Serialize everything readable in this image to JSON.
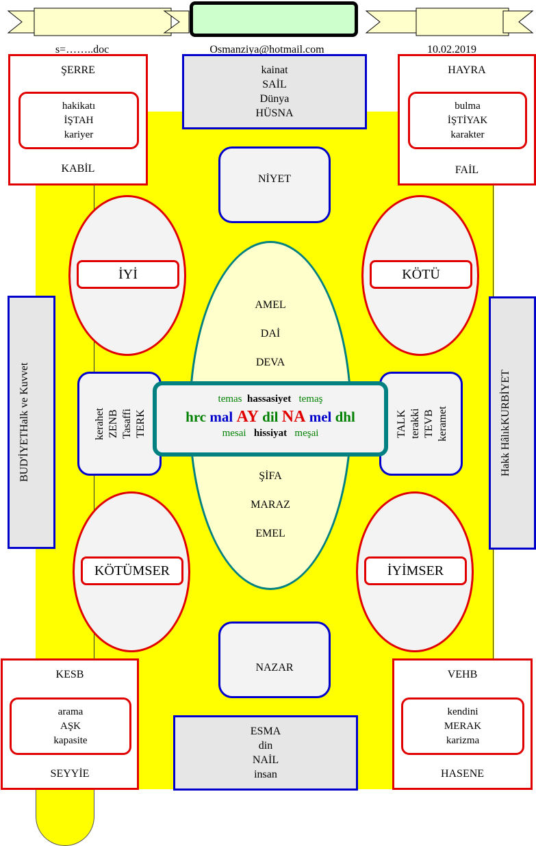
{
  "header": {
    "file_label": "s=……..doc",
    "email": "Osmanziya@hotmail.com",
    "date": "10.02.2019"
  },
  "corners": {
    "top_left": {
      "top": "ŞERRE",
      "inner": [
        "hakikatı",
        "İŞTAH",
        "kariyer"
      ],
      "bottom": "KABİL"
    },
    "top_right": {
      "top": "HAYRA",
      "inner": [
        "bulma",
        "İŞTİYAK",
        "karakter"
      ],
      "bottom": "FAİL"
    },
    "bottom_left": {
      "top": "KESB",
      "inner": [
        "arama",
        "AŞK",
        "kapasite"
      ],
      "bottom": "SEYYİE"
    },
    "bottom_right": {
      "top": "VEHB",
      "inner": [
        "kendini",
        "MERAK",
        "karizma"
      ],
      "bottom": "HASENE"
    }
  },
  "top_center": [
    "kainat",
    "SAİL",
    "Dünya",
    "HÜSNA"
  ],
  "bottom_center": [
    "ESMA",
    "din",
    "NAİL",
    "insan"
  ],
  "niyet": "NİYET",
  "nazar": "NAZAR",
  "ellipses": {
    "top_left": "İYİ",
    "top_right": "KÖTÜ",
    "bottom_left": "KÖTÜMSER",
    "bottom_right": "İYİMSER"
  },
  "center_upper": [
    "AMEL",
    "DAİ",
    "DEVA"
  ],
  "center_lower": [
    "ŞİFA",
    "MARAZ",
    "EMEL"
  ],
  "side_left": [
    "kerahet",
    "ZENB",
    "Tasaffi",
    "TERK"
  ],
  "side_right": [
    "TALK",
    "terakki",
    "TEVB",
    "keramet"
  ],
  "far_left": [
    "BUD'İYET",
    "Halk ve Kuvvet"
  ],
  "far_right": [
    "Hakk Hâlık",
    "KURBİYET"
  ],
  "center_box": {
    "row1": [
      "temas",
      "hassasiyet",
      "temaş"
    ],
    "row2": [
      "hrc",
      "mal",
      "AY",
      "dil",
      "NA",
      "mel",
      "dhl"
    ],
    "row3": [
      "mesai",
      "hissiyat",
      "meşai"
    ]
  },
  "colors": {
    "yellow": "#ffff00",
    "red": "#e00000",
    "blue": "#0000cc",
    "teal": "#008080",
    "green": "#008000"
  }
}
